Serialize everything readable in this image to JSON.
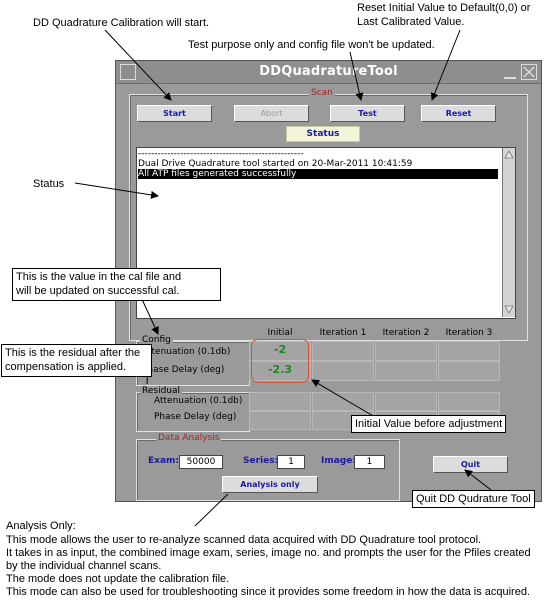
{
  "callouts": {
    "start": "DD Quadrature Calibration will start.",
    "reset_line1": "Reset Initial Value to Default(0,0) or",
    "reset_line2": "Last Calibrated Value.",
    "test": "Test purpose only and config file won't be updated.",
    "status": "Status",
    "cal_line1": "This is the value in the cal file and",
    "cal_line2": "will be updated on successful cal.",
    "residual_line1": "This is the residual after the",
    "residual_line2": "compensation is applied.",
    "initial": "Initial Value before adjustment",
    "quit": "Quit DD Qudrature Tool"
  },
  "window": {
    "title": "DDQuadratureTool"
  },
  "scan": {
    "group_label": "Scan",
    "start_label": "Start",
    "abort_label": "Abort",
    "test_label": "Test",
    "reset_label": "Reset"
  },
  "status": {
    "label": "Status",
    "lines": [
      "---------------------------------------------------",
      "Dual Drive Quadrature tool started on 20-Mar-2011 10:41:59",
      "All ATP files generated successfully"
    ]
  },
  "config": {
    "group_label": "Config",
    "headers": [
      "Initial",
      "Iteration 1",
      "Iteration 2",
      "Iteration 3"
    ],
    "rows": [
      {
        "label": "Attenuation (0.1db)",
        "initial": "-2"
      },
      {
        "label": "Phase Delay (deg)",
        "initial": "-2.3"
      }
    ]
  },
  "residual": {
    "group_label": "Residual",
    "rows": [
      {
        "label": "Attenuation (0.1db)"
      },
      {
        "label": "Phase Delay (deg)"
      }
    ]
  },
  "analysis": {
    "group_label": "Data Analysis",
    "exam_label": "Exam:",
    "exam_value": "50000",
    "series_label": "Series:",
    "series_value": "1",
    "image_label": "Image:",
    "image_value": "1",
    "analysis_button": "Analysis only",
    "quit_button": "Quit"
  },
  "description": {
    "heading": "Analysis Only:",
    "lines": [
      "This mode allows the user to re-analyze scanned data acquired with DD Quadrature tool protocol.",
      "It takes in as input, the combined image exam, series, image no. and prompts the user for the Pfiles created",
      "by the individual channel scans.",
      "The mode does not update the calibration file.",
      "This mode can also be used for troubleshooting since it provides some freedom in how the data is acquired."
    ]
  },
  "colors": {
    "window_bg": "#9a9a9a",
    "button_text": "#1a1aa0",
    "group_label": "#b02020",
    "value_green": "#1a8a1a",
    "highlight_red": "#e05030"
  }
}
